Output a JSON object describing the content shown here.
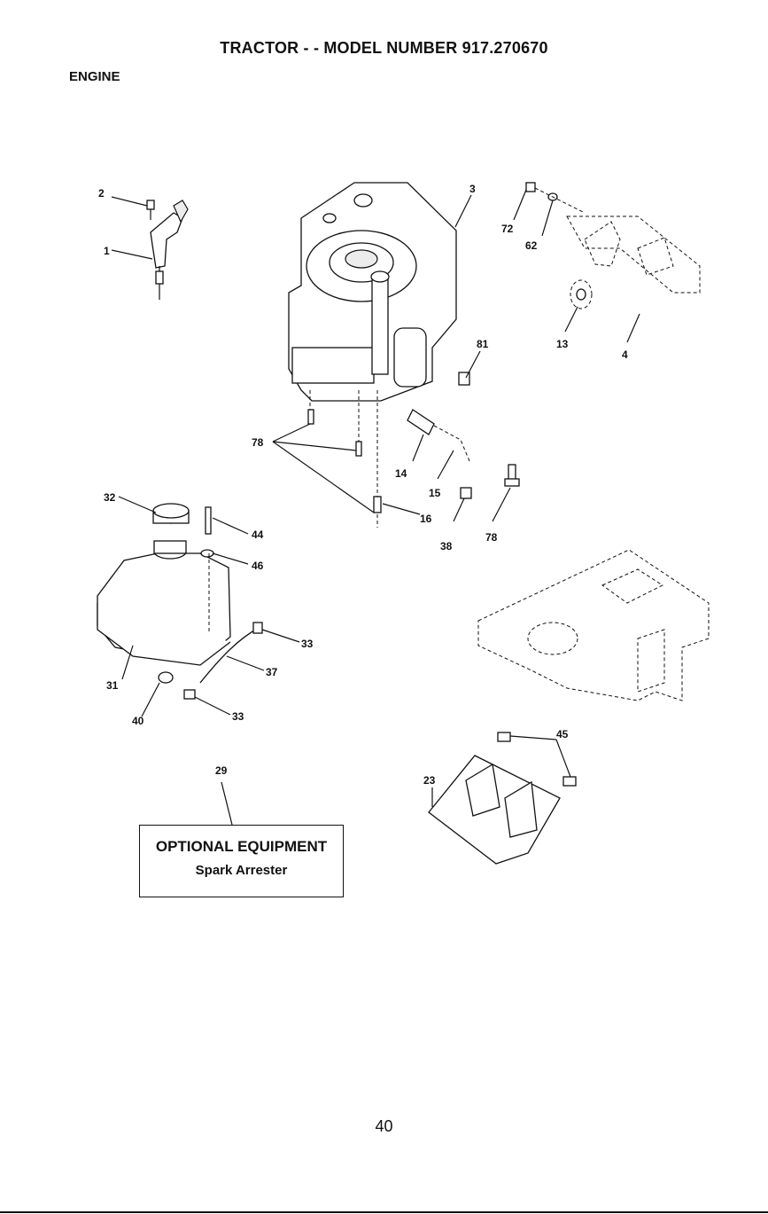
{
  "header": {
    "title": "TRACTOR - - MODEL NUMBER 917.270670",
    "section": "ENGINE"
  },
  "callouts": {
    "c1": "1",
    "c2": "2",
    "c3": "3",
    "c4": "4",
    "c13": "13",
    "c14": "14",
    "c15": "15",
    "c16": "16",
    "c23": "23",
    "c29": "29",
    "c31": "31",
    "c32": "32",
    "c33a": "33",
    "c33b": "33",
    "c37": "37",
    "c38": "38",
    "c40": "40",
    "c44": "44",
    "c45": "45",
    "c46": "46",
    "c62": "62",
    "c72": "72",
    "c78a": "78",
    "c78b": "78",
    "c81": "81"
  },
  "optional_box": {
    "heading": "OPTIONAL EQUIPMENT",
    "item": "Spark Arrester"
  },
  "footer": {
    "page_number": "40"
  }
}
